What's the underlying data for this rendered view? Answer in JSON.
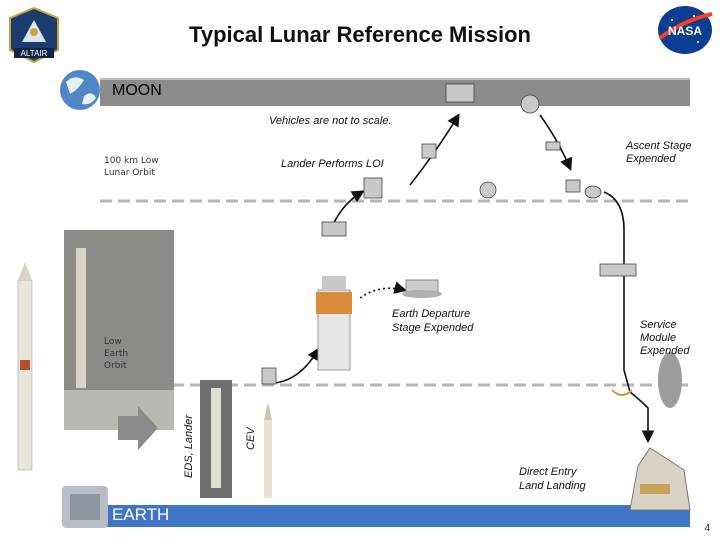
{
  "title": "Typical Lunar Reference Mission",
  "logos": {
    "left": {
      "icon": "altair-emblem-icon",
      "text": "ALTAIR"
    },
    "right": {
      "icon": "nasa-meatball-icon",
      "text": "NASA"
    }
  },
  "bars": {
    "moon": "MOON",
    "earth": "EARTH"
  },
  "notes": {
    "scale": "Vehicles are not to scale.",
    "lander_loi": "Lander Performs LOI",
    "ascent_expended": "Ascent Stage Expended",
    "eds_expended": "Earth Departure Stage Expended",
    "sm_expended": "Service Module Expended",
    "direct_entry": "Direct Entry Land Landing"
  },
  "orbits": {
    "llo": "100 km Low Lunar Orbit",
    "leo": "Low Earth Orbit"
  },
  "vehicles": {
    "eds_lander": "EDS, Lander",
    "cev": "CEV"
  },
  "page_number": "4",
  "colors": {
    "moon_bar": "#8c8c8c",
    "earth_bar": "#3f74c9",
    "orbit_line": "#b5b5b5",
    "path": "#111111"
  }
}
